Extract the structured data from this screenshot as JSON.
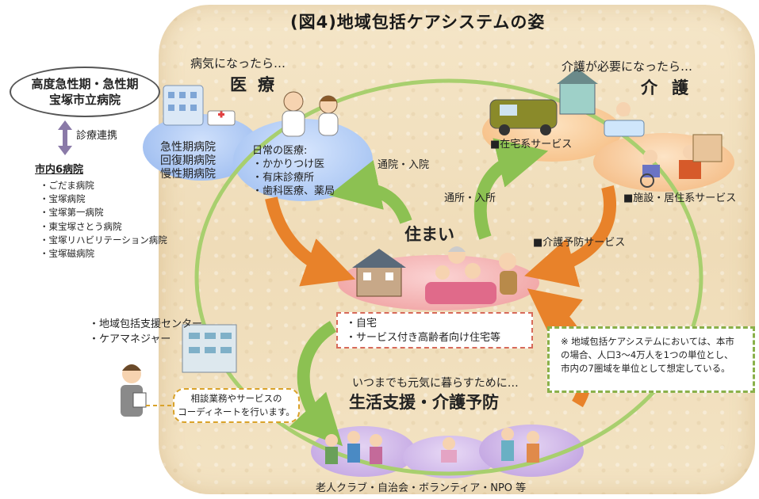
{
  "title": "(図4)地域包括ケアシステムの姿",
  "hospital": {
    "line1": "高度急性期・急性期",
    "line2": "宝塚市立病院",
    "liaison": "診療連携",
    "city_title": "市内6病院",
    "city_hospitals": [
      "・ごだま病院",
      "・宝塚病院",
      "・宝塚第一病院",
      "・東宝塚さとう病院",
      "・宝塚リハビリテーション病院",
      "・宝塚磁病院"
    ]
  },
  "medical": {
    "lead": "病気になったら…",
    "heading": "医療",
    "hospital_types": [
      "急性期病院",
      "回復期病院",
      "慢性期病院"
    ],
    "daily_title": "日常の医療:",
    "daily_items": [
      "・かかりつけ医",
      "・有床診療所",
      "・歯科医療、薬局"
    ]
  },
  "care": {
    "lead": "介護が必要になったら…",
    "heading": "介護",
    "home_services": "■在宅系サービス",
    "facility_services": "■施設・居住系サービス"
  },
  "arrows": {
    "outpatient": "通院・入院",
    "day_service": "通所・入所",
    "prevention": "■介護予防サービス"
  },
  "home": {
    "heading": "住まい",
    "items": [
      "・自宅",
      "・サービス付き高齢者向け住宅等"
    ]
  },
  "support_center": {
    "items": [
      "・地域包括支援センター",
      "・ケアマネジャー"
    ],
    "consult_line1": "相談業務やサービスの",
    "consult_line2": "コーディネートを行います。"
  },
  "note": {
    "lines": [
      "※ 地域包括ケアシステムにおいては、本市",
      "の場合、人口3〜4万人を1つの単位とし、",
      "市内の7圏域を単位として想定している。"
    ]
  },
  "living": {
    "lead": "いつまでも元気に暮らすために…",
    "heading": "生活支援・介護予防",
    "groups": "老人クラブ・自治会・ボランティア・NPO 等"
  },
  "colors": {
    "green_arrow": "#8cc152",
    "orange_arrow": "#e8822a",
    "blue": "#94b6ee",
    "red": "#ee9a9a",
    "purple": "#bd9ee0"
  }
}
